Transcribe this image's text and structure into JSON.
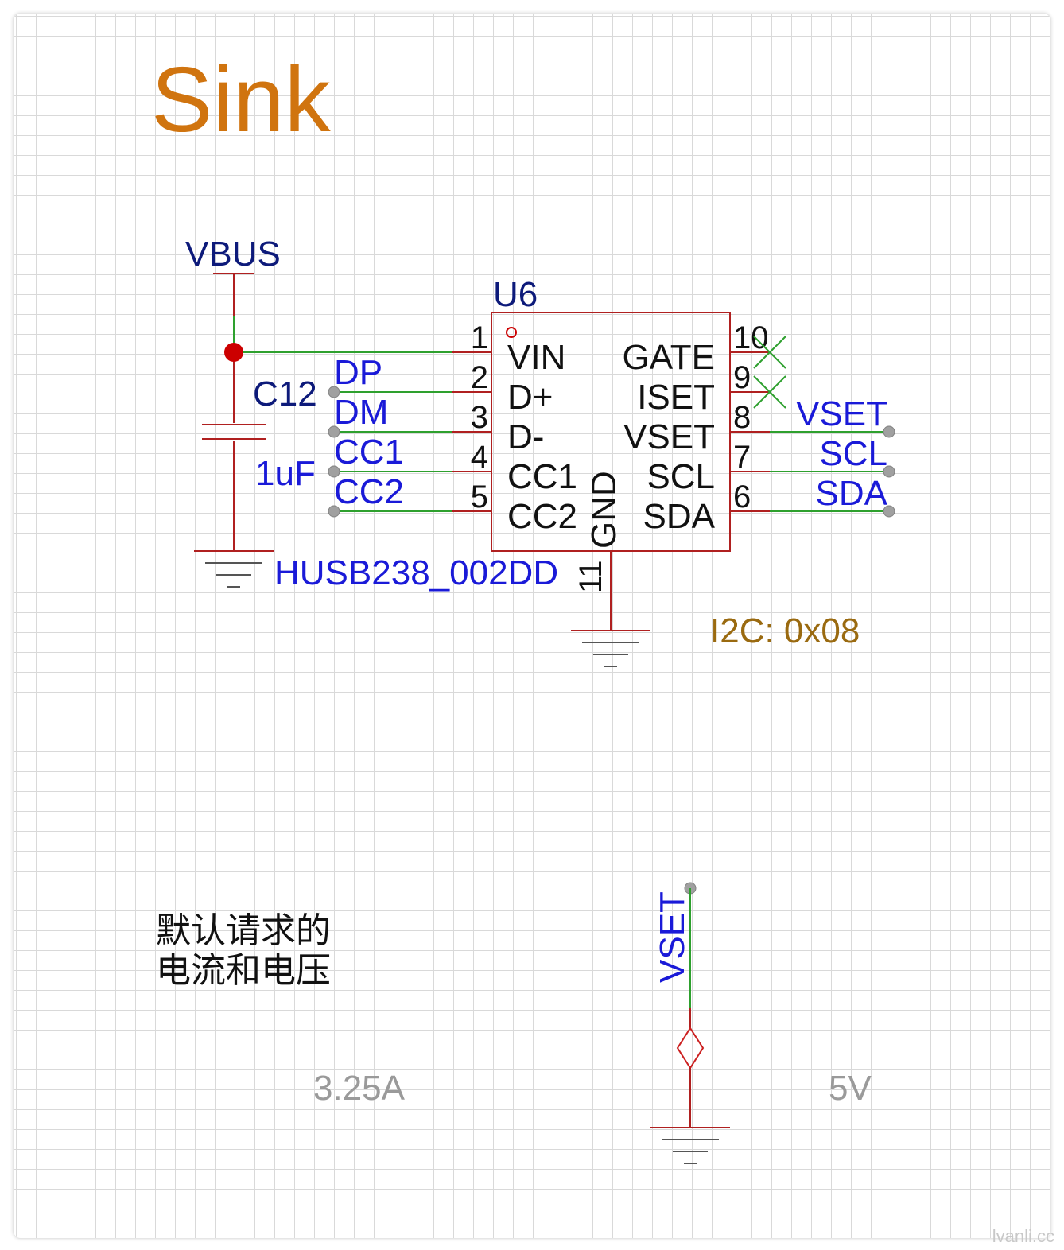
{
  "title": "Sink",
  "colors": {
    "title": "#d0740f",
    "wire": "#2ea02e",
    "body": "#b02020",
    "net_label": "#1a1ad8",
    "dark_label": "#0d1a7a",
    "pin_text": "#111111",
    "address": "#9a6a10",
    "gray": "#9a9a9a",
    "junction": "#cc0000"
  },
  "power": {
    "vbus": "VBUS"
  },
  "capacitor": {
    "ref": "C12",
    "value": "1uF"
  },
  "ic": {
    "ref": "U6",
    "part": "HUSB238_002DD",
    "left_pins": [
      {
        "num": "1",
        "name": "VIN"
      },
      {
        "num": "2",
        "name": "D+"
      },
      {
        "num": "3",
        "name": "D-"
      },
      {
        "num": "4",
        "name": "CC1"
      },
      {
        "num": "5",
        "name": "CC2"
      }
    ],
    "right_pins": [
      {
        "num": "10",
        "name": "GATE"
      },
      {
        "num": "9",
        "name": "ISET"
      },
      {
        "num": "8",
        "name": "VSET"
      },
      {
        "num": "7",
        "name": "SCL"
      },
      {
        "num": "6",
        "name": "SDA"
      }
    ],
    "bottom_pin": {
      "num": "11",
      "name": "GND"
    }
  },
  "net_labels": {
    "left": [
      "DP",
      "DM",
      "CC1",
      "CC2"
    ],
    "right": [
      "VSET",
      "SCL",
      "SDA"
    ],
    "vset_lower": "VSET"
  },
  "address_note": "I2C: 0x08",
  "note": {
    "line1": "默认请求的",
    "line2": "电流和电压"
  },
  "default_current": "3.25A",
  "default_voltage": "5V",
  "watermark": "lvanli.cc"
}
